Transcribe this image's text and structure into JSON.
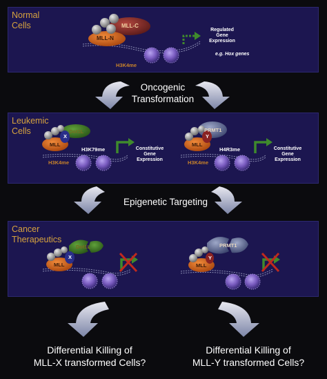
{
  "panels": {
    "normal": {
      "label": "Normal\nCells",
      "proteins": {
        "mll_n": "MLL-N",
        "mll_c": "MLL-C"
      },
      "mark": "H3K4me",
      "regulated": "Regulated\nGene\nExpression",
      "example": "e.g. Hox genes"
    },
    "leukemic": {
      "label": "Leukemic\nCells",
      "left": {
        "mll": "MLL",
        "fusion": "X",
        "partner": "Dot1L",
        "mark_top": "H3K79me",
        "mark_bottom": "H3K4me",
        "expression": "Constitutive\nGene\nExpression"
      },
      "right": {
        "mll": "MLL",
        "fusion": "Y",
        "partner": "PRMT1",
        "mark_top": "H4R3me",
        "mark_bottom": "H3K4me",
        "expression": "Constitutive\nGene\nExpression"
      }
    },
    "cancer": {
      "label": "Cancer\nTherapeutics",
      "left": {
        "mll": "MLL",
        "fusion": "X",
        "partner": "Dot1L"
      },
      "right": {
        "mll": "MLL",
        "fusion": "Y",
        "partner": "PRMT1"
      }
    }
  },
  "transitions": {
    "oncogenic": "Oncogenic\nTransformation",
    "epigenetic": "Epigenetic Targeting"
  },
  "outcomes": {
    "left": "Differential Killing of\nMLL-X transformed Cells?",
    "right": "Differential Killing of\nMLL-Y transformed Cells?"
  },
  "colors": {
    "panel_bg": "#1c1650",
    "label_gold": "#d7a33e",
    "histone_mark": "#c8832a",
    "nucleosome": "#7a5cc0",
    "mll": "#d2691e",
    "gene_arrow": "#3f8a2c",
    "inhibit": "#c0291e"
  }
}
